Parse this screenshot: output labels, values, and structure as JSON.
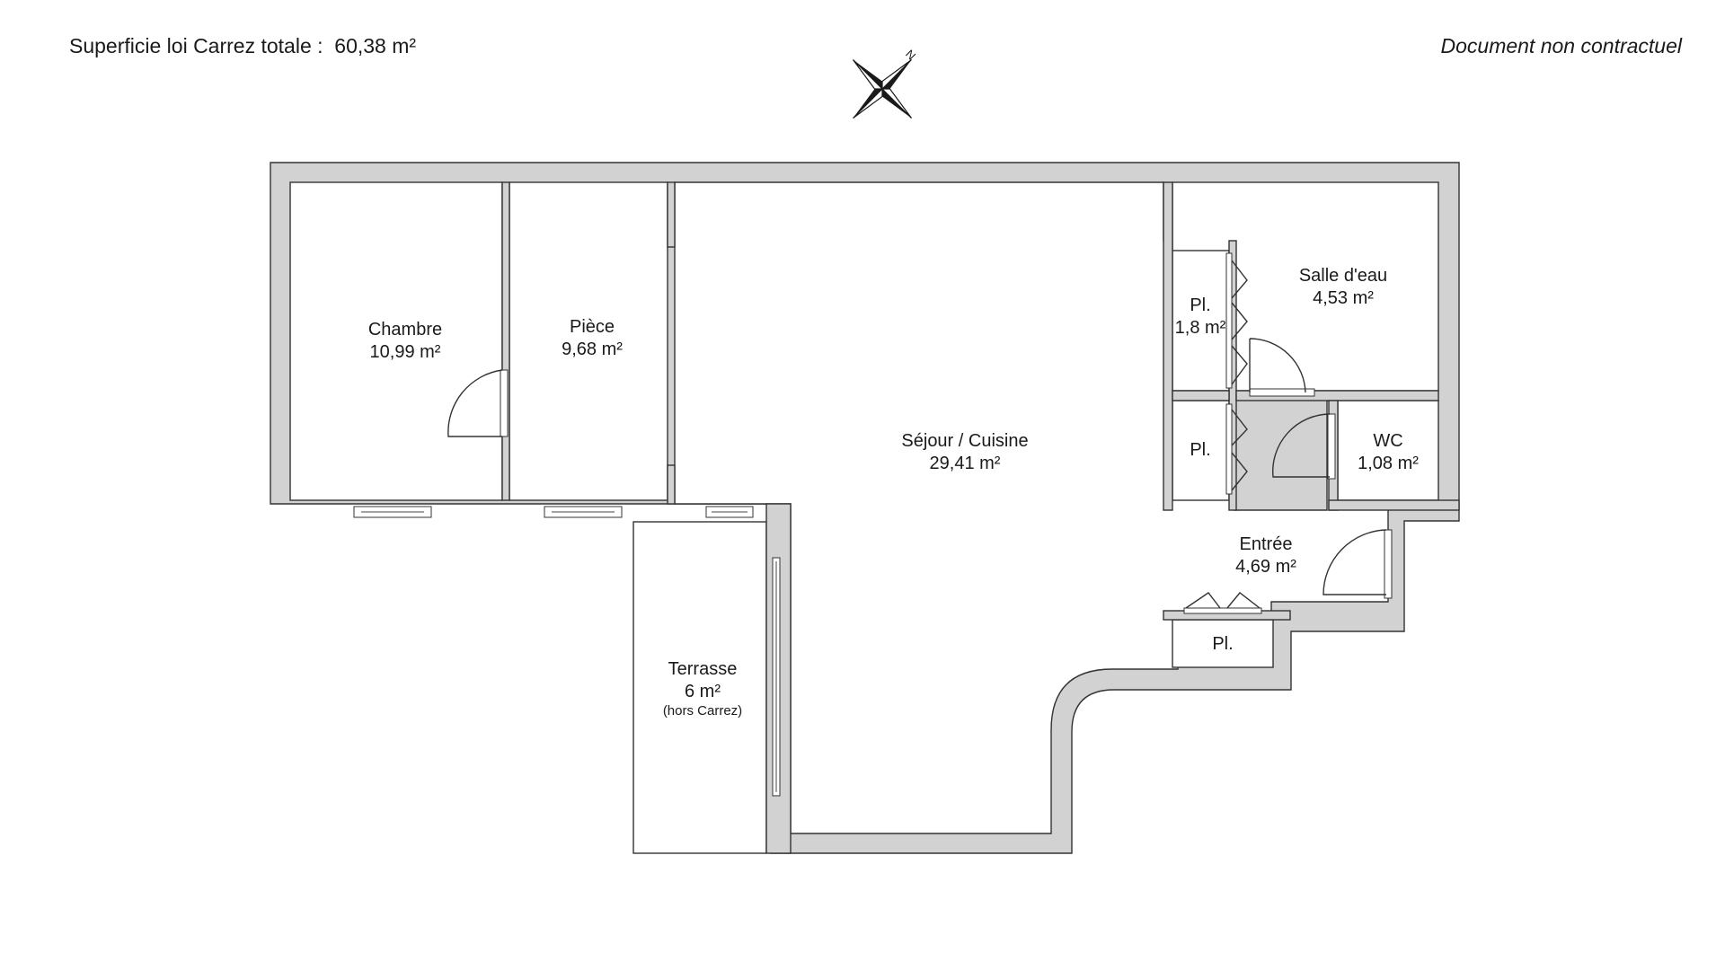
{
  "header": {
    "area_label": "Superficie loi Carrez totale :",
    "area_value": "60,38 m²",
    "disclaimer": "Document non contractuel"
  },
  "compass": {
    "north_letter": "N",
    "icon": "compass-rose-icon"
  },
  "rooms": {
    "chambre": {
      "name": "Chambre",
      "area": "10,99 m²"
    },
    "piece": {
      "name": "Pièce",
      "area": "9,68 m²"
    },
    "sejour": {
      "name": "Séjour / Cuisine",
      "area": "29,41 m²"
    },
    "salle_eau": {
      "name": "Salle d'eau",
      "area": "4,53 m²"
    },
    "placard1": {
      "name": "Pl.",
      "area": "1,8 m²"
    },
    "placard2": {
      "name": "Pl."
    },
    "wc": {
      "name": "WC",
      "area": "1,08 m²"
    },
    "entree": {
      "name": "Entrée",
      "area": "4,69 m²"
    },
    "placard3": {
      "name": "Pl."
    },
    "terrasse": {
      "name": "Terrasse",
      "area": "6 m²",
      "note": "(hors Carrez)"
    }
  },
  "colors": {
    "wall": "#d2d2d2",
    "outline": "#333333",
    "background": "#ffffff"
  }
}
